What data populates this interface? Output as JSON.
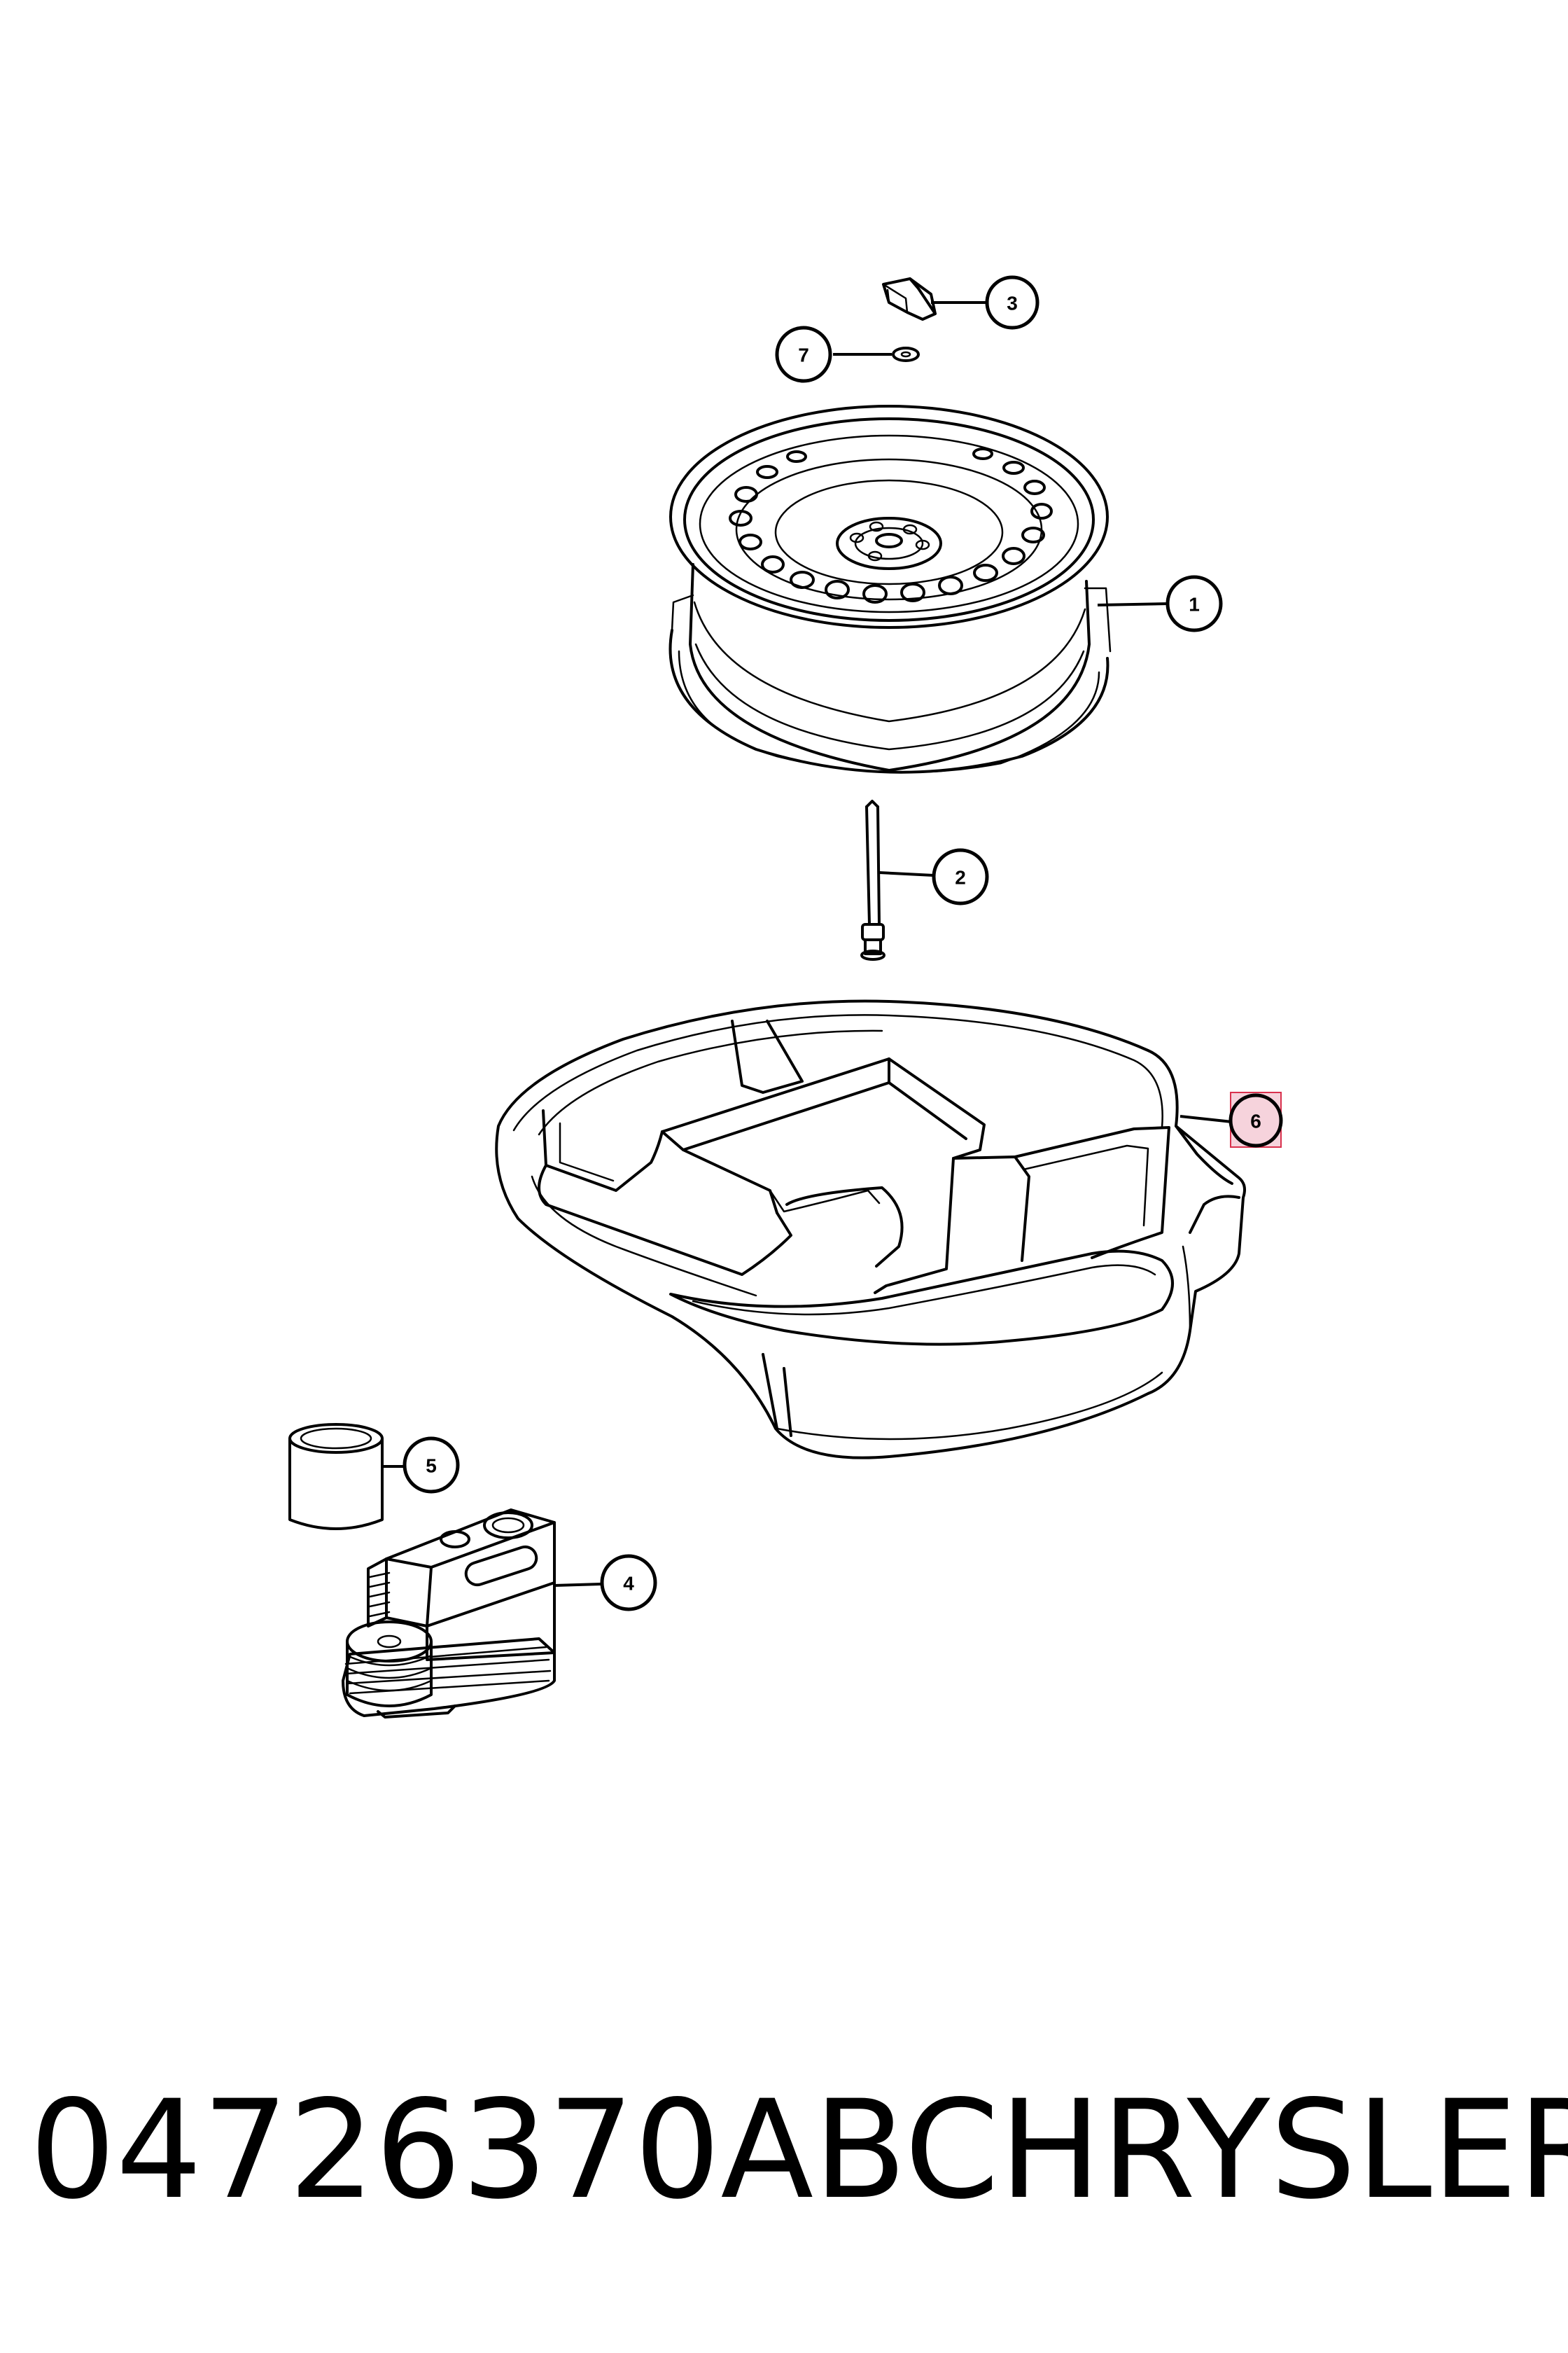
{
  "callouts": [
    {
      "id": "1",
      "part": "wheel"
    },
    {
      "id": "2",
      "part": "hold-down-bolt"
    },
    {
      "id": "3",
      "part": "wing-nut"
    },
    {
      "id": "4",
      "part": "air-compressor"
    },
    {
      "id": "5",
      "part": "sealant-bottle"
    },
    {
      "id": "6",
      "part": "spare-tire-tray",
      "highlighted": true
    },
    {
      "id": "7",
      "part": "washer"
    }
  ],
  "part_number": "04726370AB",
  "brand": "CHRYSLER",
  "colors": {
    "line": "#000000",
    "highlight_fill": "#f6d3dc",
    "highlight_border": "#d9314d"
  }
}
